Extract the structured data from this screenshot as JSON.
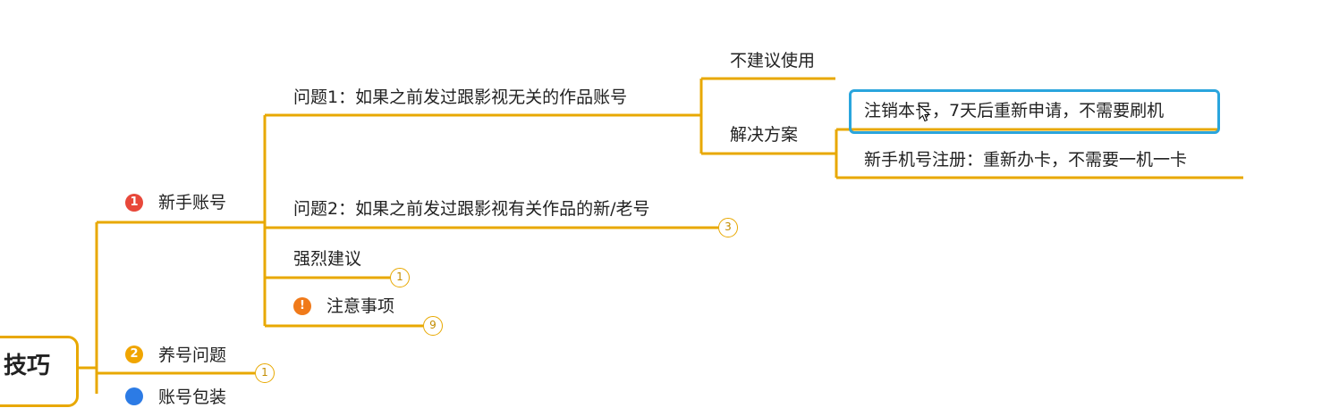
{
  "root": {
    "label": "技巧"
  },
  "branches": {
    "newbie": {
      "label": "新手账号",
      "badge": "1",
      "badge_color": "#e8483a"
    },
    "nurture": {
      "label": "养号问题",
      "badge": "2",
      "badge_color": "#f0a500",
      "fold_count": "1"
    },
    "third": {
      "label": "账号包装",
      "badge_color": "#2c7be5"
    }
  },
  "problem1": {
    "label": "问题1：如果之前发过跟影视无关的作品账号",
    "not_recommended": "不建议使用",
    "solution": {
      "label": "解决方案",
      "option1": "注销本号，7天后重新申请，不需要刷机",
      "option2": "新手机号注册：重新办卡，不需要一机一卡"
    }
  },
  "problem2": {
    "label": "问题2：如果之前发过跟影视有关作品的新/老号",
    "fold_count": "3"
  },
  "strong_advice": {
    "label": "强烈建议",
    "fold_count": "1"
  },
  "notice": {
    "label": "注意事项",
    "badge": "!",
    "badge_color": "#f07a1a",
    "fold_count": "9"
  },
  "colors": {
    "line": "#e8a800",
    "selection": "#2aa5dd"
  }
}
